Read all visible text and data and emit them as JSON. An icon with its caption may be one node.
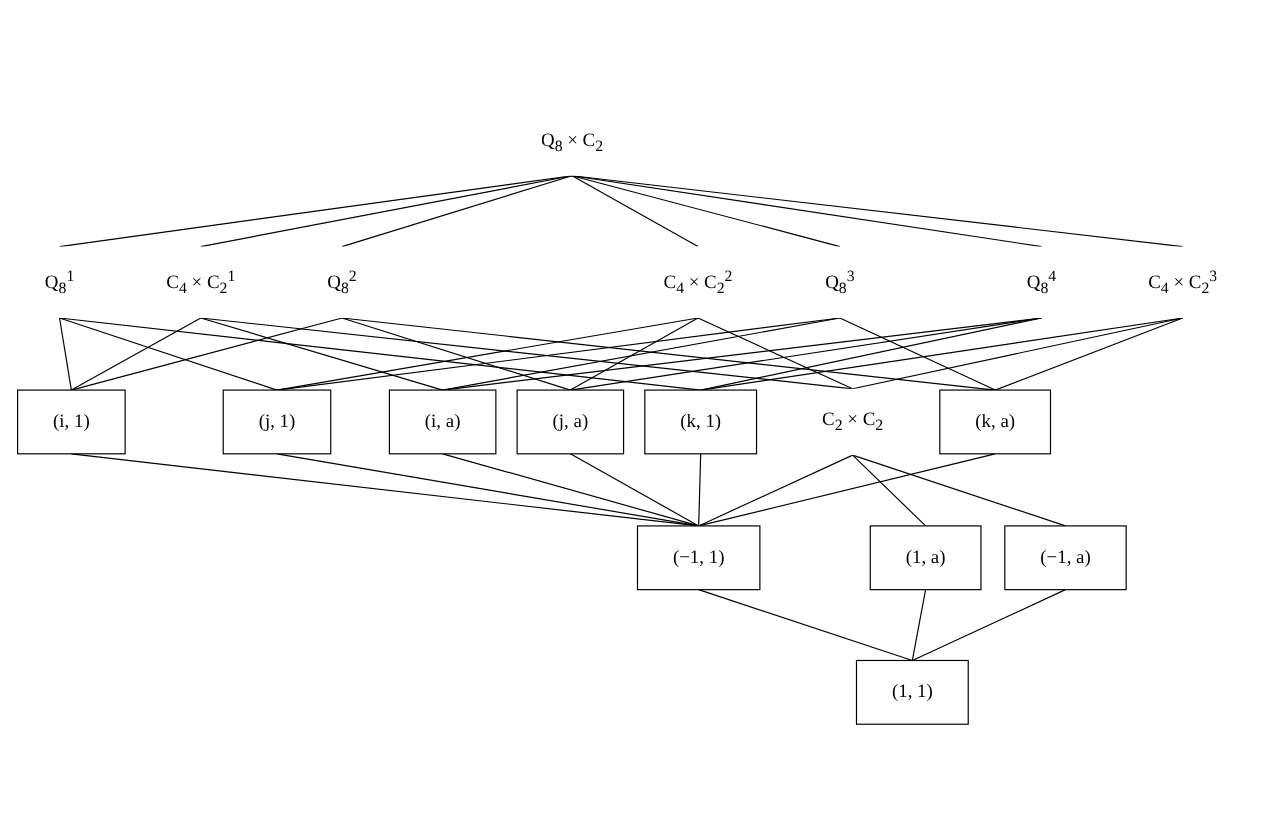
{
  "diagram": {
    "nodes": [
      {
        "text": [
          "Q$_{8}$ × C$_{2}$"
        ]
      },
      {
        "text": [
          "Q$_{8}$$^{1}$"
        ]
      },
      {
        "text": [
          "C$_{4}$ × C$_{2}$$^{1}$"
        ]
      },
      {
        "text": [
          "Q$_{8}$$^{2}$"
        ]
      },
      {
        "text": [
          "C$_{4}$ × C$_{2}$$^{2}$"
        ]
      },
      {
        "text": [
          "Q$_{8}$$^{3}$"
        ]
      },
      {
        "text": [
          "Q$_{8}$$^{4}$"
        ]
      },
      {
        "text": [
          "C$_{4}$ × C$_{2}$$^{3}$"
        ]
      },
      {
        "text": [
          "(i, 1)"
        ]
      },
      {
        "text": [
          "(j, 1)"
        ]
      },
      {
        "text": [
          "(k, 1)"
        ]
      },
      {
        "text": [
          "C$_{2}$ × C$_{2}$"
        ]
      },
      {
        "text": [
          "(i, a)"
        ]
      },
      {
        "text": [
          "(j, a)"
        ]
      },
      {
        "text": [
          "(k, a)"
        ]
      },
      {
        "text": [
          "(1, a)"
        ]
      },
      {
        "text": [
          "(−1, 1)"
        ]
      },
      {
        "text": [
          "(−1, a)"
        ]
      },
      {
        "text": [
          "(1, 1)"
        ]
      }
    ],
    "edges": [
      {
        "from": 0,
        "to": 1,
        "arrow": "none"
      },
      {
        "from": 0,
        "to": 2,
        "arrow": "none"
      },
      {
        "from": 0,
        "to": 3,
        "arrow": "none"
      },
      {
        "from": 0,
        "to": 4,
        "arrow": "none"
      },
      {
        "from": 0,
        "to": 5,
        "arrow": "none"
      },
      {
        "from": 0,
        "to": 6,
        "arrow": "none"
      },
      {
        "from": 0,
        "to": 7,
        "arrow": "none"
      },
      {
        "from": 1,
        "to": 8,
        "arrow": "none"
      },
      {
        "from": 1,
        "to": 9,
        "arrow": "none"
      },
      {
        "from": 1,
        "to": 10,
        "arrow": "none"
      },
      {
        "from": 2,
        "to": 8,
        "arrow": "none"
      },
      {
        "from": 2,
        "to": 12,
        "arrow": "none"
      },
      {
        "from": 2,
        "to": 11,
        "arrow": "none"
      },
      {
        "from": 3,
        "to": 8,
        "arrow": "none"
      },
      {
        "from": 3,
        "to": 13,
        "arrow": "none"
      },
      {
        "from": 3,
        "to": 14,
        "arrow": "none"
      },
      {
        "from": 4,
        "to": 9,
        "arrow": "none"
      },
      {
        "from": 4,
        "to": 13,
        "arrow": "none"
      },
      {
        "from": 4,
        "to": 11,
        "arrow": "none"
      },
      {
        "from": 5,
        "to": 9,
        "arrow": "none"
      },
      {
        "from": 5,
        "to": 12,
        "arrow": "none"
      },
      {
        "from": 5,
        "to": 14,
        "arrow": "none"
      },
      {
        "from": 6,
        "to": 10,
        "arrow": "none"
      },
      {
        "from": 6,
        "to": 12,
        "arrow": "none"
      },
      {
        "from": 6,
        "to": 13,
        "arrow": "none"
      },
      {
        "from": 7,
        "to": 10,
        "arrow": "none"
      },
      {
        "from": 7,
        "to": 11,
        "arrow": "none"
      },
      {
        "from": 7,
        "to": 14,
        "arrow": "none"
      },
      {
        "from": 8,
        "to": 16,
        "arrow": "none"
      },
      {
        "from": 9,
        "to": 16,
        "arrow": "none"
      },
      {
        "from": 10,
        "to": 16,
        "arrow": "none"
      },
      {
        "from": 11,
        "to": 15,
        "arrow": "none"
      },
      {
        "from": 11,
        "to": 16,
        "arrow": "none"
      },
      {
        "from": 11,
        "to": 17,
        "arrow": "none"
      },
      {
        "from": 12,
        "to": 16,
        "arrow": "none"
      },
      {
        "from": 13,
        "to": 16,
        "arrow": "none"
      },
      {
        "from": 14,
        "to": 16,
        "arrow": "none"
      },
      {
        "from": 15,
        "to": 18,
        "arrow": "none"
      },
      {
        "from": 16,
        "to": 18,
        "arrow": "none"
      },
      {
        "from": 17,
        "to": 18,
        "arrow": "none"
      }
    ]
  }
}
